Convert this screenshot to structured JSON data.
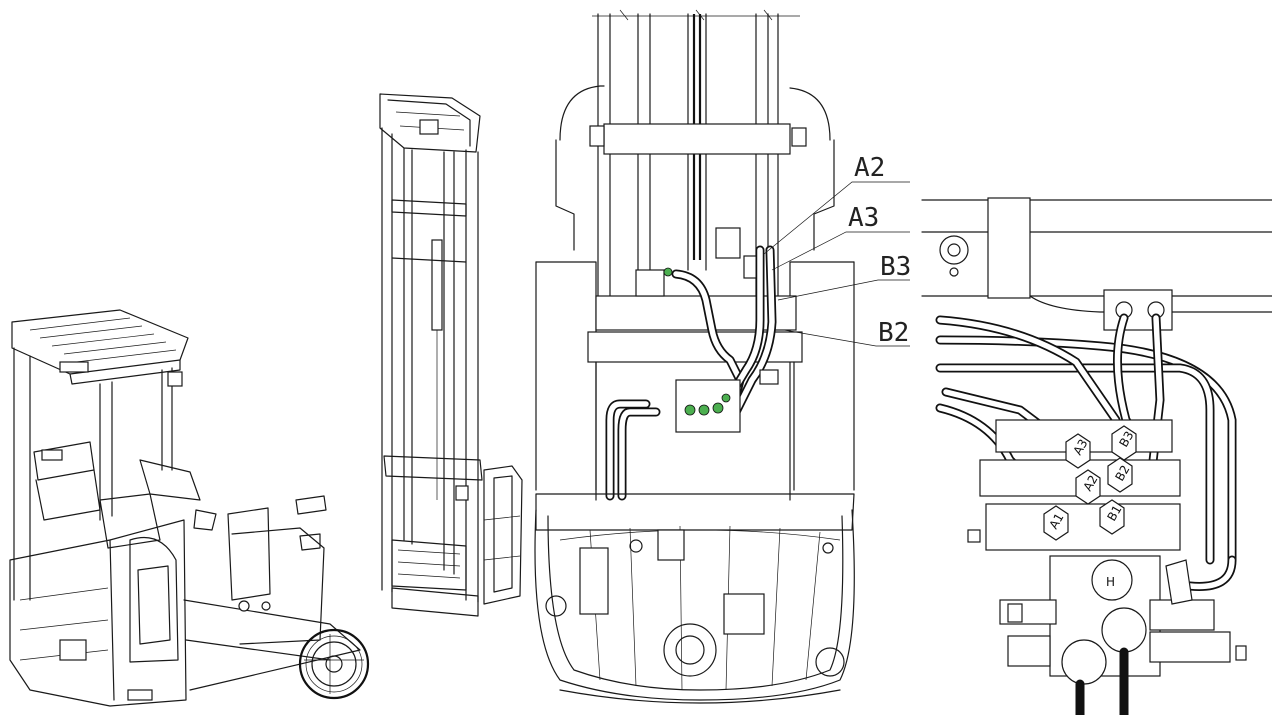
{
  "callouts": {
    "a2": "A2",
    "a3": "A3",
    "b3": "B3",
    "b2": "B2"
  },
  "valve_ports": {
    "a1": "A1",
    "a2": "A2",
    "a3": "A3",
    "b1": "B1",
    "b2": "B2",
    "b3": "B3",
    "h": "H"
  }
}
